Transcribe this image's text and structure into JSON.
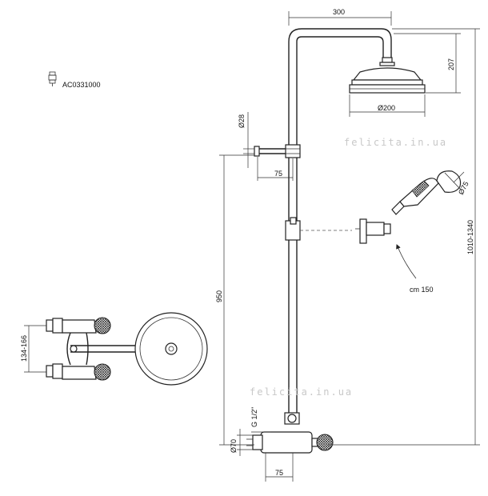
{
  "part_code": "AC0331000",
  "dimensions": {
    "arm_length": "300",
    "head_height": "207",
    "head_diameter": "Ø200",
    "upper_pipe_diameter": "Ø28",
    "upper_offset": "75",
    "hand_shower_diameter": "Ø75",
    "hose_length": "cm 150",
    "total_height": "1010-1340",
    "bracket_height": "950",
    "inlet_spacing": "134-166",
    "thread": "G 1/2\"",
    "inlet_diameter": "Ø70",
    "lower_offset": "75"
  },
  "watermark": "felicita.in.ua"
}
